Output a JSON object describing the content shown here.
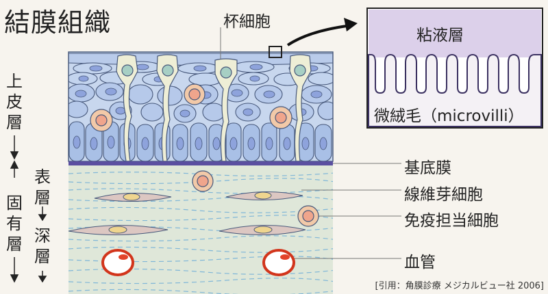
{
  "title": "結膜組織",
  "labels": {
    "goblet_cell": "杯細胞",
    "mucus_layer": "粘液層",
    "microvilli": "微絨毛（microvilli）",
    "basement_membrane": "基底膜",
    "fibroblast": "線維芽細胞",
    "immune_cell": "免疫担当細胞",
    "blood_vessel": "血管"
  },
  "layers": {
    "epithelium": [
      "上",
      "皮",
      "層"
    ],
    "lamina_propria": [
      "固",
      "有",
      "層"
    ],
    "superficial": [
      "表",
      "層"
    ],
    "deep": [
      "深",
      "層"
    ]
  },
  "citation": "[引用：角膜診療 メジカルビュー社 2006]",
  "colors": {
    "epithelium_fill": "#c8d7ee",
    "cell_fill": "#aec4e6",
    "nucleus": "#8ea3dc",
    "goblet_fill": "#eeeed6",
    "goblet_nucleus": "#a7cfc4",
    "immune_fill": "#f2c9a8",
    "basement": "#5a4fa0",
    "stroma": "#dfe7d9",
    "fibroblast": "#dcc7c2",
    "fibroblast_nucleus": "#efd58f",
    "vessel": "#d2351c",
    "mucus": "#dcd0ea"
  }
}
